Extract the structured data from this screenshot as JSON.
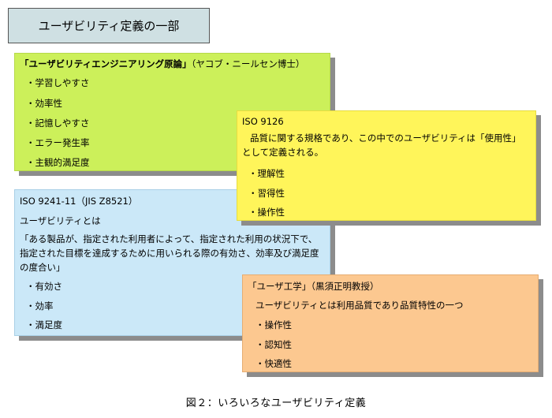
{
  "title": "ユーザビリティ定義の一部",
  "nielsen": {
    "heading_bold": "「ユーザビリティエンジニアリング原論」",
    "heading_rest": "（ヤコブ・ニールセン博士）",
    "items": [
      "・学習しやすさ",
      "・効率性",
      "・記憶しやすさ",
      "・エラー発生率",
      "・主観的満足度"
    ]
  },
  "iso9126": {
    "heading": "ISO 9126",
    "description": "品質に関する規格であり、この中でのユーザビリティは「使用性」として定義される。",
    "items": [
      "・理解性",
      "・習得性",
      "・操作性"
    ]
  },
  "iso9241": {
    "heading": "ISO 9241-11（JIS Z8521）",
    "intro": "ユーザビリティとは",
    "quote": "「ある製品が、指定された利用者によって、指定された利用の状況下で、指定された目標を達成するために用いられる際の有効さ、効率及び満足度の度合い」",
    "items": [
      "・有効さ",
      "・効率",
      "・満足度"
    ]
  },
  "kurosu": {
    "heading": "「ユーザ工学」（黒須正明教授）",
    "description": "ユーザビリティとは利用品質であり品質特性の一つ",
    "items": [
      "・操作性",
      "・認知性",
      "・快適性"
    ]
  },
  "caption": "図２：いろいろなユーザビリティ定義"
}
